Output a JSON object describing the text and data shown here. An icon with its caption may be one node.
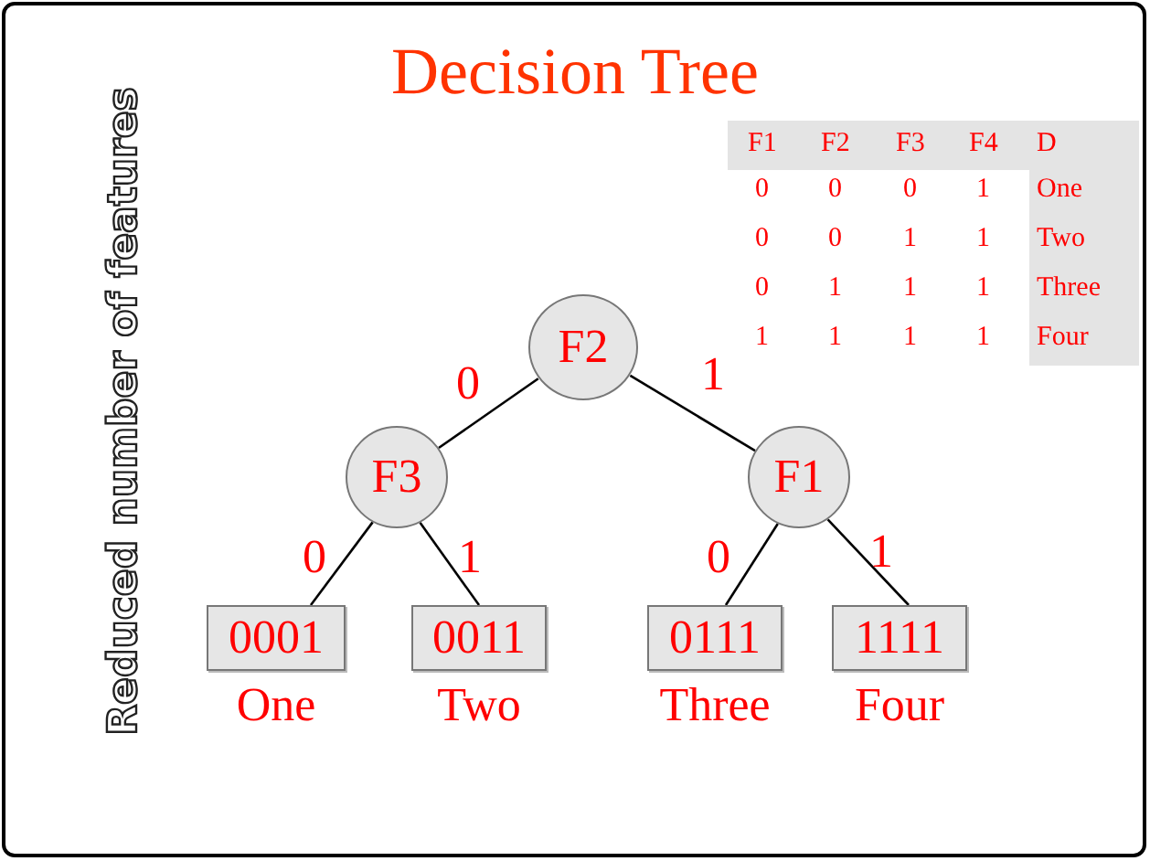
{
  "diagram": {
    "title": "Decision Tree",
    "nodes": [
      {
        "text": [
          "F2"
        ]
      },
      {
        "text": [
          "F3"
        ]
      },
      {
        "text": [
          "F1"
        ]
      },
      {
        "text": [
          "0001"
        ],
        "beside": [
          "One"
        ]
      },
      {
        "text": [
          "0011"
        ],
        "beside": [
          "Two"
        ]
      },
      {
        "text": [
          "0111"
        ],
        "beside": [
          "Three"
        ]
      },
      {
        "text": [
          "1111"
        ],
        "beside": [
          "Four"
        ]
      }
    ],
    "edges": [
      {
        "from": 0,
        "to": 1,
        "arrow": "none",
        "label": "0"
      },
      {
        "from": 0,
        "to": 2,
        "arrow": "none",
        "label": "1"
      },
      {
        "from": 1,
        "to": 3,
        "arrow": "none",
        "label": "0"
      },
      {
        "from": 1,
        "to": 4,
        "arrow": "none",
        "label": "1"
      },
      {
        "from": 2,
        "to": 5,
        "arrow": "none",
        "label": "0"
      },
      {
        "from": 2,
        "to": 6,
        "arrow": "none",
        "label": "1"
      }
    ],
    "labels": [
      "Reduced number of features",
      "F1",
      "F2",
      "F3",
      "F4",
      "D",
      "0",
      "0",
      "0",
      "1",
      "One",
      "0",
      "0",
      "1",
      "1",
      "Two",
      "0",
      "1",
      "1",
      "1",
      "Three",
      "1",
      "1",
      "1",
      "1",
      "Four"
    ]
  }
}
